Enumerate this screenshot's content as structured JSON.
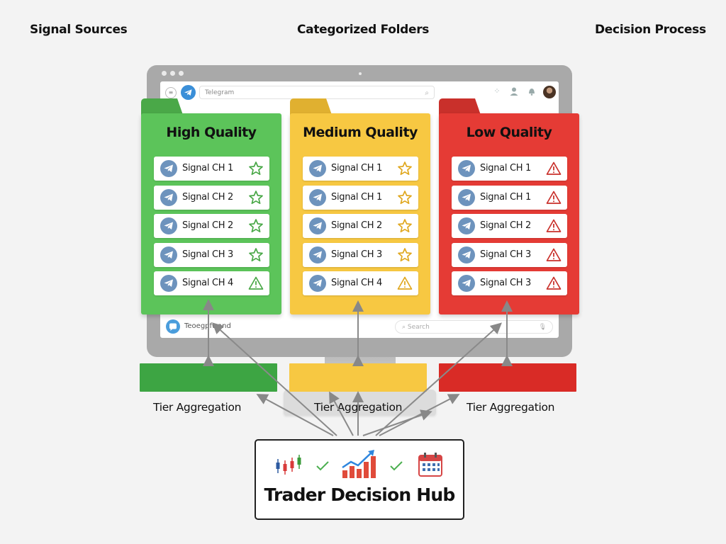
{
  "headers": {
    "left": "Signal Sources",
    "center": "Categorized Folders",
    "right": "Decision Process"
  },
  "app": {
    "search_placeholder": "Telegram",
    "bottom_text": "Teoegpfwand",
    "bottom_search_placeholder": "Search"
  },
  "folders": [
    {
      "title": "High Quality",
      "color": "#5cc45a",
      "tab_color": "#4aa848",
      "rows": [
        {
          "label": "Signal CH 1",
          "badge": "star"
        },
        {
          "label": "Signal CH 2",
          "badge": "star"
        },
        {
          "label": "Signal CH 2",
          "badge": "star"
        },
        {
          "label": "Signal CH 3",
          "badge": "star"
        },
        {
          "label": "Signal CH 4",
          "badge": "warning"
        }
      ]
    },
    {
      "title": "Medium Quality",
      "color": "#f7c842",
      "tab_color": "#e0b030",
      "rows": [
        {
          "label": "Signal CH 1",
          "badge": "star"
        },
        {
          "label": "Signal CH 1",
          "badge": "star"
        },
        {
          "label": "Signal CH 2",
          "badge": "star"
        },
        {
          "label": "Signal CH 3",
          "badge": "star"
        },
        {
          "label": "Signal CH 4",
          "badge": "warning"
        }
      ]
    },
    {
      "title": "Low Quality",
      "color": "#e53b35",
      "tab_color": "#c9302b",
      "rows": [
        {
          "label": "Signal CH 1",
          "badge": "warning"
        },
        {
          "label": "Signal CH 1",
          "badge": "warning"
        },
        {
          "label": "Signal CH 2",
          "badge": "warning"
        },
        {
          "label": "Signal CH 3",
          "badge": "warning"
        },
        {
          "label": "Signal CH 3",
          "badge": "warning"
        }
      ]
    }
  ],
  "tiers": [
    {
      "label": "Tier Aggregation",
      "color": "#3da543"
    },
    {
      "label": "Tier Aggregation",
      "color": "#f7c842"
    },
    {
      "label": "Tier Aggregation",
      "color": "#d92b26"
    }
  ],
  "hub": {
    "title": "Trader Decision Hub",
    "icons": [
      "candlestick-chart-icon",
      "checkmark-icon",
      "rising-bar-chart-icon",
      "checkmark-icon",
      "calendar-icon"
    ]
  }
}
